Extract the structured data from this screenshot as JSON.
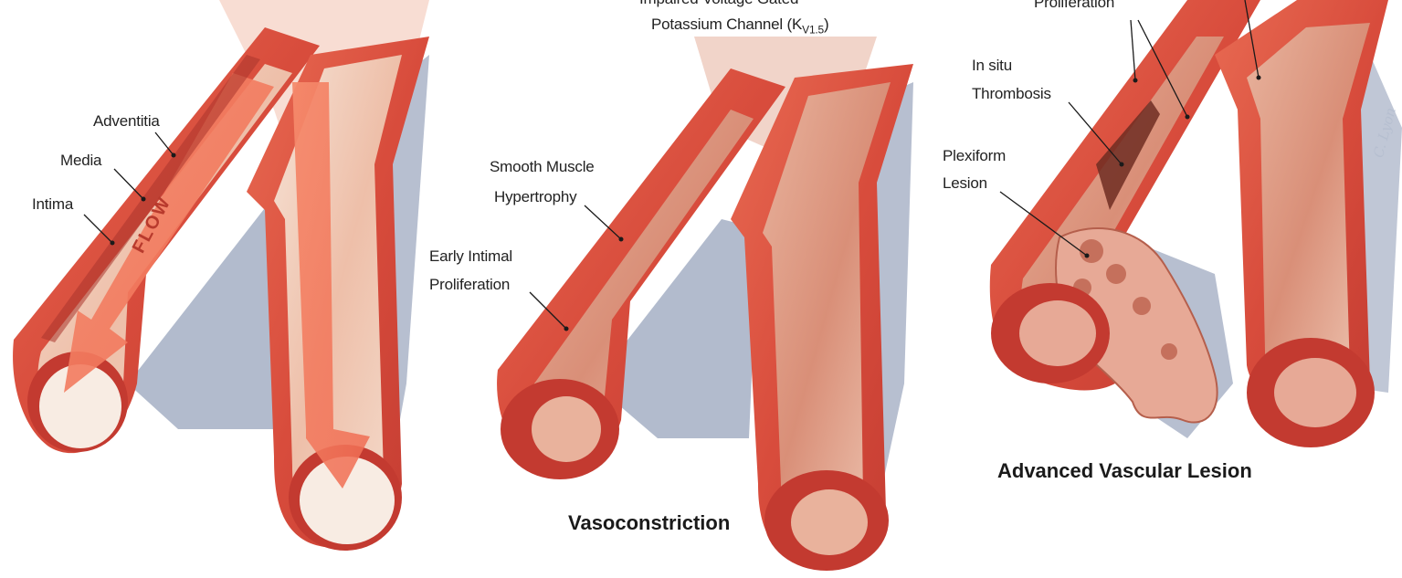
{
  "panels": {
    "normal": {
      "labels": {
        "adventitia": "Adventitia",
        "media": "Media",
        "intima": "Intima"
      },
      "flow_label": "FLOW"
    },
    "vasoconstriction": {
      "top_line1": "Impaired Voltage Gated",
      "top_line2_prefix": "Potassium Channel (K",
      "top_line2_sub": "V1.5",
      "top_line2_suffix": ")",
      "smooth_line1": "Smooth Muscle",
      "smooth_line2": "Hypertrophy",
      "early_line1": "Early Intimal",
      "early_line2": "Proliferation",
      "caption": "Vasoconstriction"
    },
    "advanced": {
      "prolif": "Proliferation",
      "insitu_line1": "In situ",
      "insitu_line2": "Thrombosis",
      "plexi_line1": "Plexiform",
      "plexi_line2": "Lesion",
      "caption": "Advanced Vascular Lesion",
      "signature": "C. Lyon"
    }
  },
  "colors": {
    "adventitia": "#e4553f",
    "media": "#c9463a",
    "lumen": "#f3d6c6",
    "shadow": "#9aa6bd",
    "flow_arrow": "#f07a5e"
  }
}
